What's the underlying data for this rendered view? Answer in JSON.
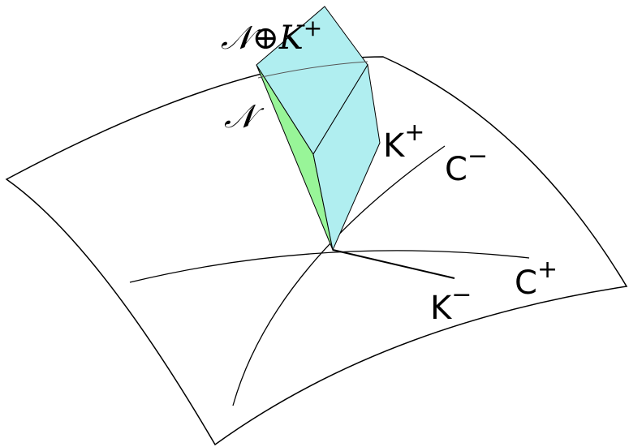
{
  "labels": {
    "n_plus_k_plus": "𝒩⊕K",
    "n_plus_k_plus_sup": "+",
    "n": "𝒩",
    "k_plus": "K",
    "k_plus_sup": "+",
    "c_minus": "C",
    "c_minus_sup": "−",
    "c_plus": "C",
    "c_plus_sup": "+",
    "k_minus": "K",
    "k_minus_sup": "−"
  },
  "colors": {
    "surface_stroke": "#000000",
    "cone_green": "#98f598",
    "prism_cyan": "#b0eef0",
    "background": "#ffffff"
  }
}
